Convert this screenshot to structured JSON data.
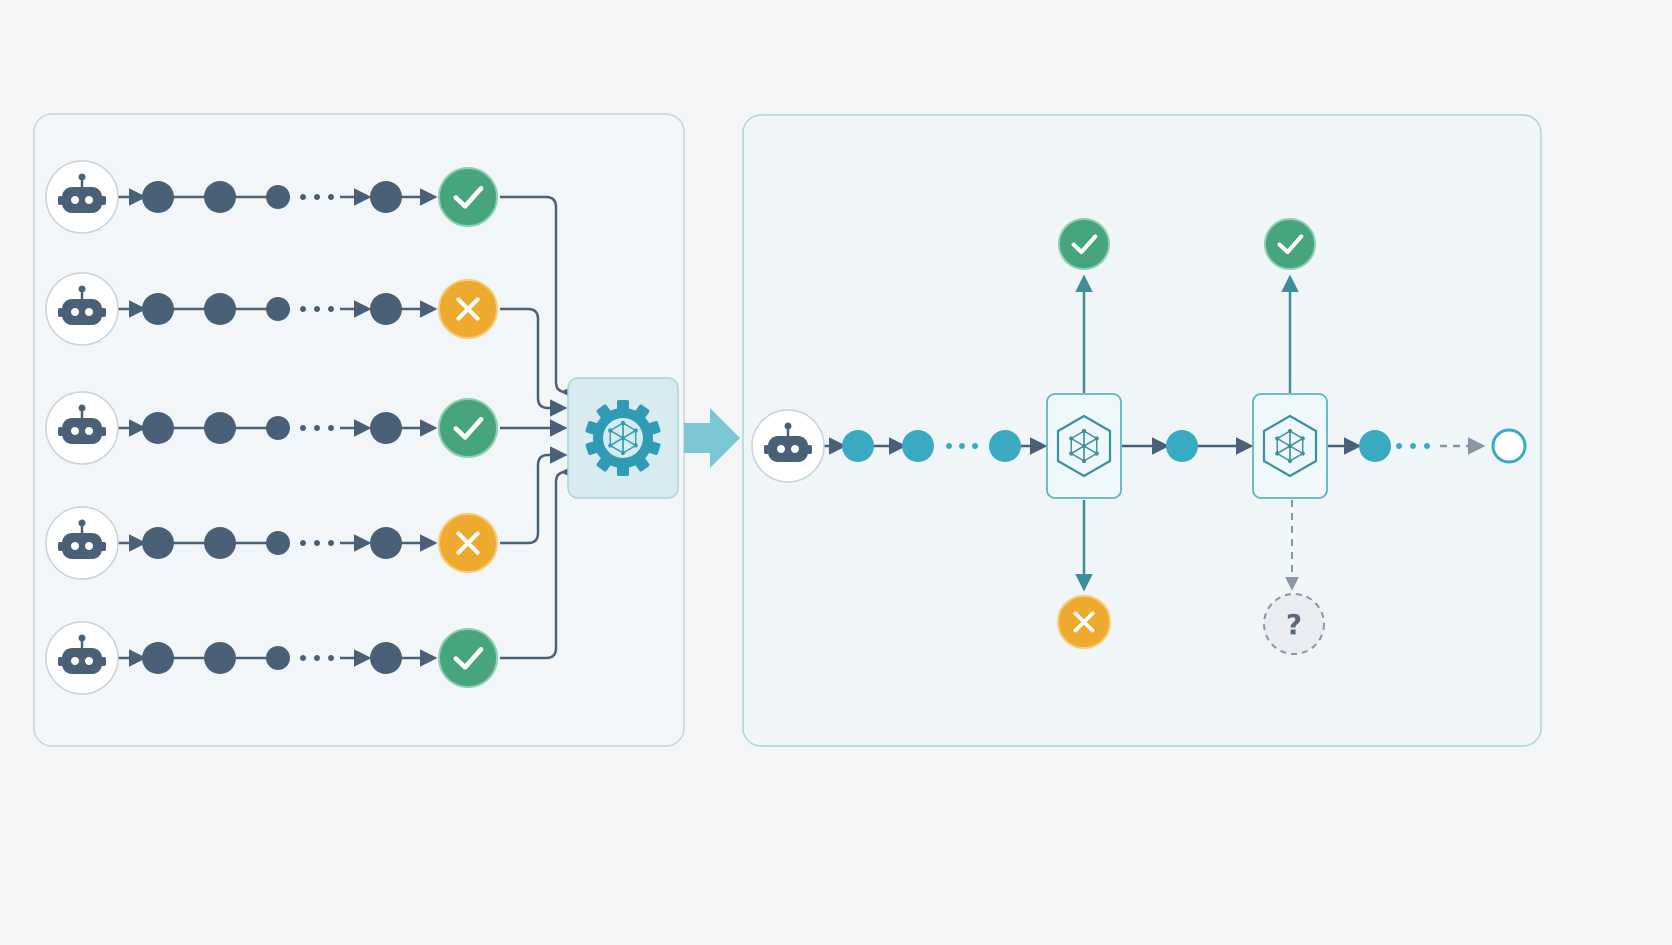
{
  "colors": {
    "background": "#f3f5f7",
    "panel_left_fill": "#f3f6f9",
    "panel_left_border": "#c7d3de",
    "panel_right_fill": "#f0f6f8",
    "panel_right_border": "#a9d5da",
    "trajectory_node": "#4a6076",
    "trajectory_line": "#4a6076",
    "rollout_node": "#3aa9c2",
    "success": "#47a57d",
    "failure": "#eeaa2e",
    "reward_model_fill": "#d7ebf1",
    "reward_model_icon": "#2f9bb5",
    "step_verifier_border": "#5fb5be",
    "step_verifier_icon": "#3c8f98",
    "branch_arrow": "#3f8e97",
    "transfer_arrow": "#7cc5d4",
    "unknown": "#8a96a3"
  },
  "icons": {
    "agent": "robot-icon",
    "success": "check-icon",
    "failure": "x-icon",
    "reward_model": "gear-network-icon",
    "step_verifier": "hexagon-network-icon",
    "unknown": "question-icon",
    "end": "open-circle"
  },
  "left_panel": {
    "trajectories": [
      {
        "outcome": "success"
      },
      {
        "outcome": "failure"
      },
      {
        "outcome": "success"
      },
      {
        "outcome": "failure"
      },
      {
        "outcome": "success"
      }
    ]
  },
  "right_panel": {
    "checkpoints": [
      {
        "up": "success",
        "down": "failure",
        "down_style": "solid"
      },
      {
        "up": "success",
        "down": "unknown",
        "down_style": "dashed"
      }
    ],
    "unknown_label": "?"
  }
}
